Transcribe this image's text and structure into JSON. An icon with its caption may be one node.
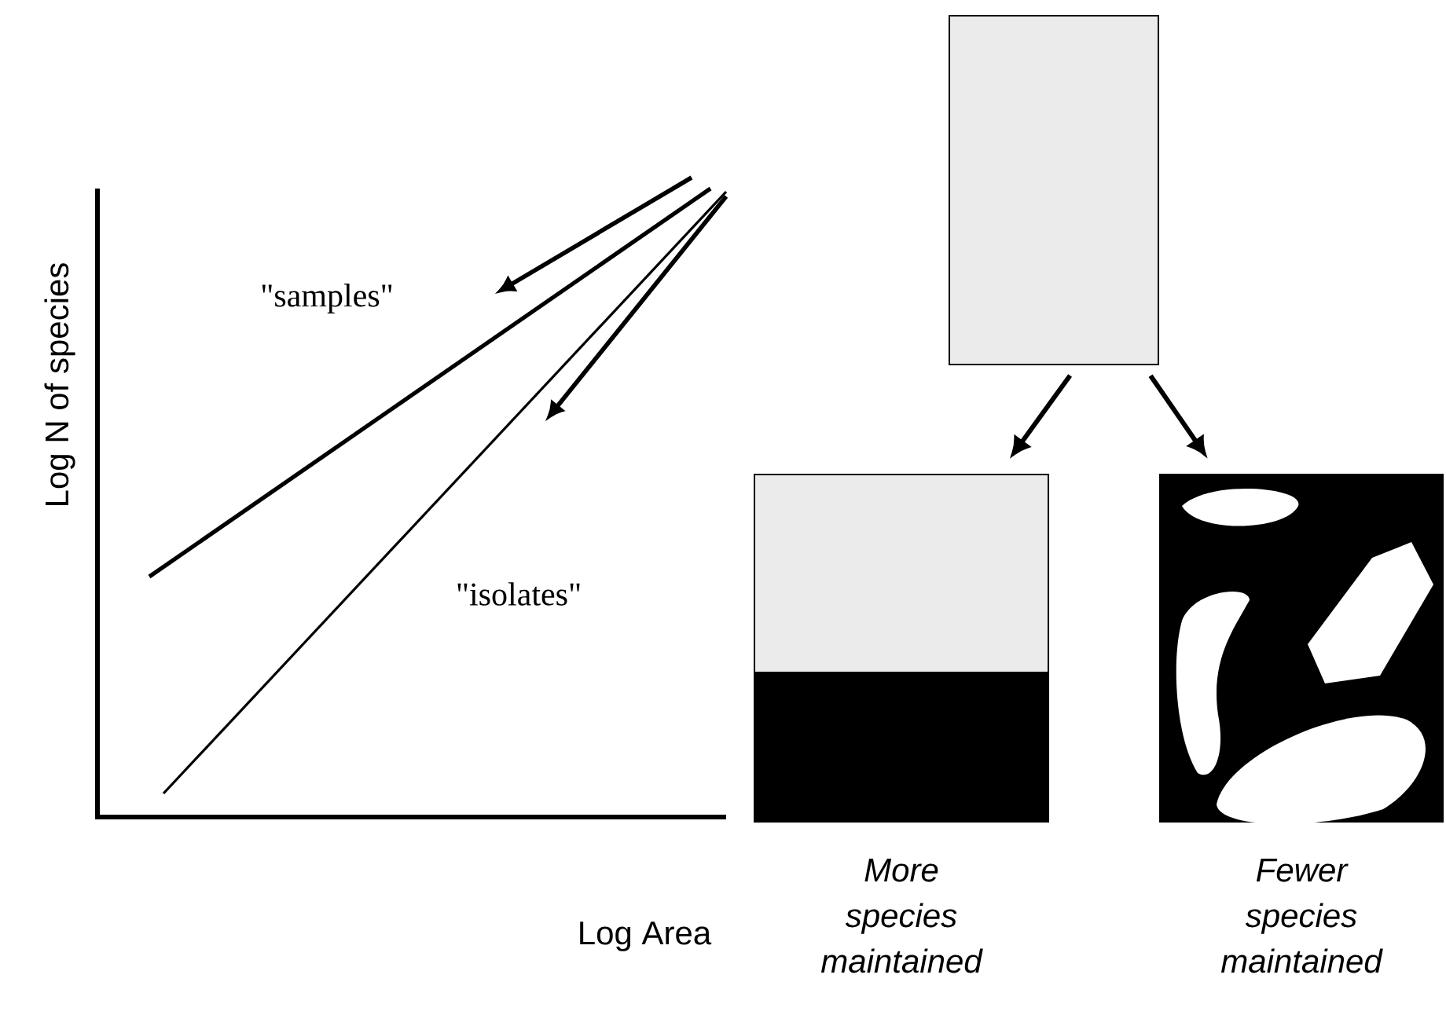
{
  "diagram": {
    "nodes": [
      {
        "text": [],
        "shape": "box"
      },
      {
        "text": [],
        "shape": "box",
        "beside": [
          "More species maintained"
        ]
      },
      {
        "text": [],
        "shape": "box",
        "beside": [
          "Fewer species maintained"
        ]
      }
    ],
    "edges": [
      {
        "from": 0,
        "to": 1,
        "arrow": "to"
      },
      {
        "from": 0,
        "to": 2,
        "arrow": "to"
      }
    ],
    "labels": [
      "\"samples\"",
      "\"isolates\"",
      "Log N of species",
      "Log Area"
    ]
  }
}
